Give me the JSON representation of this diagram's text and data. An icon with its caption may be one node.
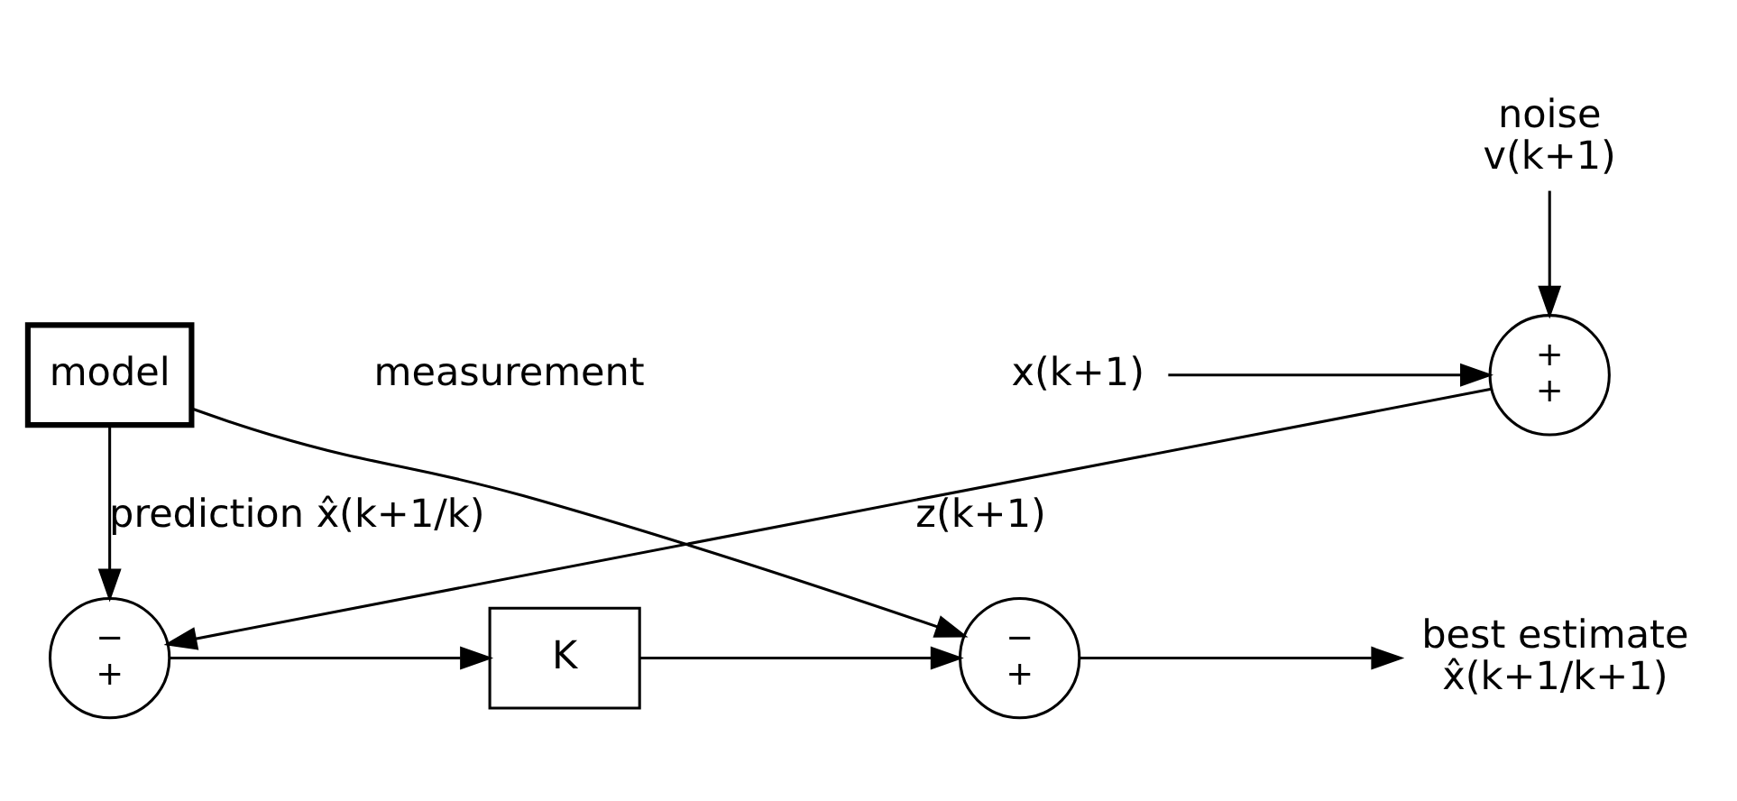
{
  "diagram": {
    "nodes": [
      {
        "text": [
          "noise",
          "v(k+1)"
        ]
      },
      {
        "text": [
          "+",
          "+"
        ]
      },
      {
        "text": [
          "x(k+1)"
        ]
      },
      {
        "text": [
          "−",
          "+"
        ]
      },
      {
        "text": [
          "K"
        ]
      },
      {
        "text": [
          "−",
          "+"
        ]
      },
      {
        "text": [
          "best estimate",
          "x̂(k+1/k+1)"
        ]
      },
      {
        "text": [
          "model"
        ]
      }
    ],
    "edges": [
      {
        "from": 0,
        "to": 1,
        "arrow": "to"
      },
      {
        "from": 2,
        "to": 1,
        "arrow": "to"
      },
      {
        "from": 1,
        "to": 3,
        "arrow": "to",
        "label": "z(k+1)"
      },
      {
        "from": 3,
        "to": 4,
        "arrow": "to"
      },
      {
        "from": 4,
        "to": 5,
        "arrow": "to"
      },
      {
        "from": 5,
        "to": 6,
        "arrow": "to"
      },
      {
        "from": 7,
        "to": 5,
        "arrow": "to"
      },
      {
        "from": 7,
        "to": 3,
        "arrow": "to",
        "label": "prediction x̂(k+1/k)"
      }
    ],
    "labels": [
      "measurement"
    ]
  }
}
